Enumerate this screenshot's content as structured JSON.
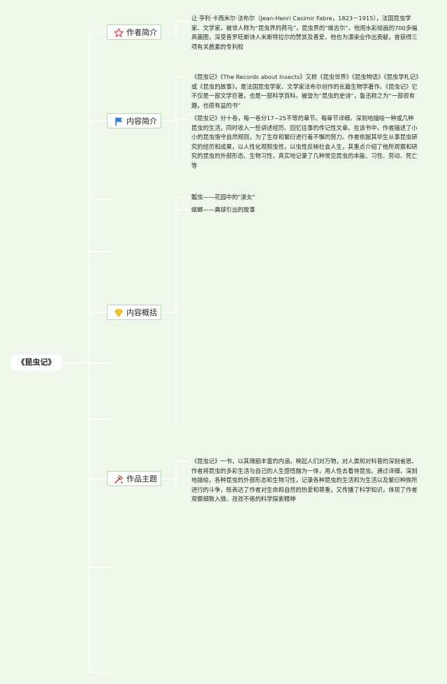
{
  "root": {
    "label": "《昆虫记》"
  },
  "branches": [
    {
      "label": "作者简介",
      "icon": "star-icon",
      "paragraphs": [
        "让·亨利·卡西米尔·法布尔（Jean-Henri Casimir Fabre，1823－1915），法国昆虫学家、文学家。被世人称为“昆虫界的荷马”，昆虫界的“维吉尔”。他用水彩绘画的700多幅真菌图，深受普罗旺斯诗人米斯特拉尔的赞赏及喜爱。他也为漂染业作出贡献，曾获得三项有关茜素的专利权"
      ]
    },
    {
      "label": "内容简介",
      "icon": "flag-icon",
      "paragraphs": [
        "《昆虫记》《The Records about Insects》又称《昆虫世界》《昆虫物语》《昆虫学札记》或《昆虫的故事》，是法国昆虫学家、文学家法布尔创作的长篇生物学著作。《昆虫记》它不仅是一部文学巨著，也是一部科学百科。被誉为“昆虫的史诗”，鲁迅称之为“一部很有趣，也很有益的书”",
        "《昆虫记》分十卷，每一卷分17~25不等的章节。每章节详细、深刻地描绘一种或几种昆虫的生活，同时收入一些讲述经历、回忆往事的传记性文章。在该书中，作者描述了小小的昆虫恪守自然规则，为了生存和繁衍进行着不懈的努力。作者依据其毕生从事昆虫研究的经历和成果，以人性化观照虫性，以虫性反映社会人生，其重点介绍了他所观察和研究的昆虫的外部形态、生物习性，真实地记录了几种常见昆虫的本能、习性、劳动、死亡等"
      ]
    },
    {
      "label": "内容概括",
      "icon": "diamond-icon",
      "items": [
        "瓢虫——花园中的“淑女”",
        "蜣螂——粪球引出的故事"
      ]
    },
    {
      "label": "作品主题",
      "icon": "tools-icon",
      "paragraphs": [
        "《昆虫记》一书，以其瑰丽丰富的内涵，唤起人们对万物，对人类和对科普的深刻省思。作者将昆虫的多彩生活与自己的人生感悟融为一体，用人性去看待昆虫。通过详细、深刻地描绘，各种昆虫的外部形态和生物习性，记录各种昆虫的生活和为生活以及繁衍种族所进行的斗争，既表达了作者对生命和自然的热爱和尊重，又传播了科学知识，体现了作者观察细致入微、孜孜不倦的科学探索精神"
      ]
    }
  ],
  "colors": {
    "background": "#eef7ea",
    "line": "#ffffff",
    "topic_border": "#b9d8b2",
    "star": "#e8485d",
    "flag": "#2f7fe0",
    "diamond": "#f1c232",
    "tools": "#e04848"
  }
}
